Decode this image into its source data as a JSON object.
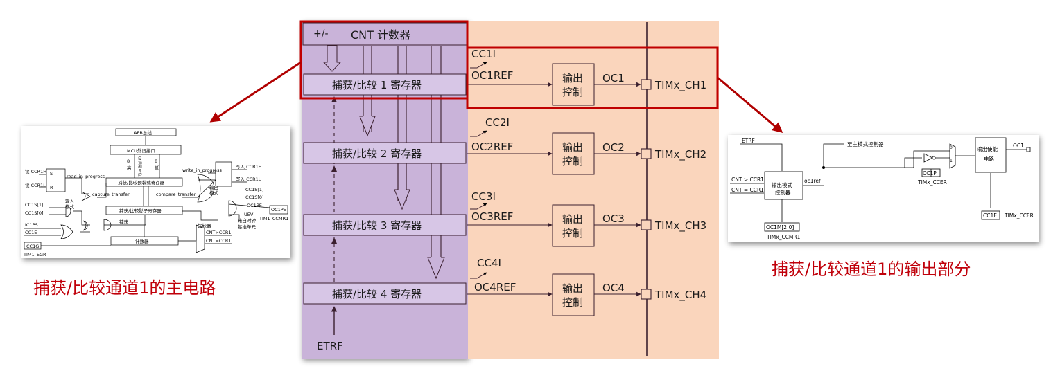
{
  "center": {
    "cnt_sign": "+/-",
    "cnt_label": "CNT 计数器",
    "etrf": "ETRF",
    "channels": [
      {
        "reg": "捕获/比较 1 寄存器",
        "cci": "CC1I",
        "ocref": "OC1REF",
        "out_ctrl_line1": "输出",
        "out_ctrl_line2": "控制",
        "oc": "OC1",
        "pin": "TIMx_CH1"
      },
      {
        "reg": "捕获/比较 2 寄存器",
        "cci": "CC2I",
        "ocref": "OC2REF",
        "out_ctrl_line1": "输出",
        "out_ctrl_line2": "控制",
        "oc": "OC2",
        "pin": "TIMx_CH2"
      },
      {
        "reg": "捕获/比较 3 寄存器",
        "cci": "CC3I",
        "ocref": "OC3REF",
        "out_ctrl_line1": "输出",
        "out_ctrl_line2": "控制",
        "oc": "OC3",
        "pin": "TIMx_CH3"
      },
      {
        "reg": "捕获/比较 4 寄存器",
        "cci": "CC4I",
        "ocref": "OC4REF",
        "out_ctrl_line1": "输出",
        "out_ctrl_line2": "控制",
        "oc": "OC4",
        "pin": "TIMx_CH4"
      }
    ]
  },
  "left": {
    "caption": "捕获/比较通道1的主电路",
    "apb": "APB总线",
    "mcu": "MCU外设接口",
    "preload": "捕获/比较预装载寄存器",
    "shadow": "捕获/比较影子寄存器",
    "counter": "计数器",
    "comparator": "比较器",
    "read_ccr1h": "读 CCR1H",
    "read_ccr1l": "读 CCR1L",
    "read_in_progress": "read_in_progress",
    "s": "S",
    "r": "R",
    "cc1s1": "CC1S[1]",
    "cc1s0": "CC1S[0]",
    "input_mode_1": "输入",
    "input_mode_2": "模式",
    "capture_transfer": "capture_transfer",
    "compare_transfer": "compare_transfer",
    "ic1ps": "IC1PS",
    "cc1e": "CC1E",
    "cc1g": "CC1G",
    "tim1_egr": "TIM1_EGR",
    "capture": "捕获",
    "eight_a": "8",
    "eight_b": "8",
    "high": "高",
    "low": "低",
    "if16": "(如果是16位)",
    "write_in_progress": "write_in_progress",
    "write_ccr1h": "写入 CCR1H",
    "write_ccr1l": "写入 CCR1L",
    "output_mode_1": "输出",
    "output_mode_2": "模式",
    "cc1s1_b": "CC1S[1]",
    "cc1s0_b": "CC1S[0]",
    "oc1pe_a": "OC1PE",
    "oc1pe_b": "OC1PE",
    "uev": "UEV",
    "tim1_ccmr1": "TIM1_CCMR1",
    "from_clock_1": "来自时钟",
    "from_clock_2": "基准单元",
    "cnt_gt": "CNT>CCR1",
    "cnt_eq": "CNT=CCR1"
  },
  "right": {
    "caption": "捕获/比较通道1的输出部分",
    "etrf": "ETRF",
    "to_master": "至主模式控制器",
    "cnt_gt": "CNT > CCR1",
    "cnt_eq": "CNT = CCR1",
    "omc_1": "输出模式",
    "omc_2": "控制器",
    "oc1ref": "oc1ref",
    "oc1m": "OC1M[2:0]",
    "tim_ccmr1": "TIMx_CCMR1",
    "cc1p": "CC1P",
    "tim_ccer_a": "TIMx_CCER",
    "oe_1": "输出使能",
    "oe_2": "电路",
    "oc1": "OC1",
    "cc1e": "CC1E",
    "tim_ccer_b": "TIMx_CCER",
    "mux_0": "0",
    "mux_1": "1"
  },
  "colors": {
    "purple_bg": "#c9b3d9",
    "peach_bg": "#fad5bc",
    "register_fill": "#d7c6e6",
    "highlight_red": "#c00000",
    "dark": "#3a1f2e",
    "caption_red": "#c0000a"
  }
}
